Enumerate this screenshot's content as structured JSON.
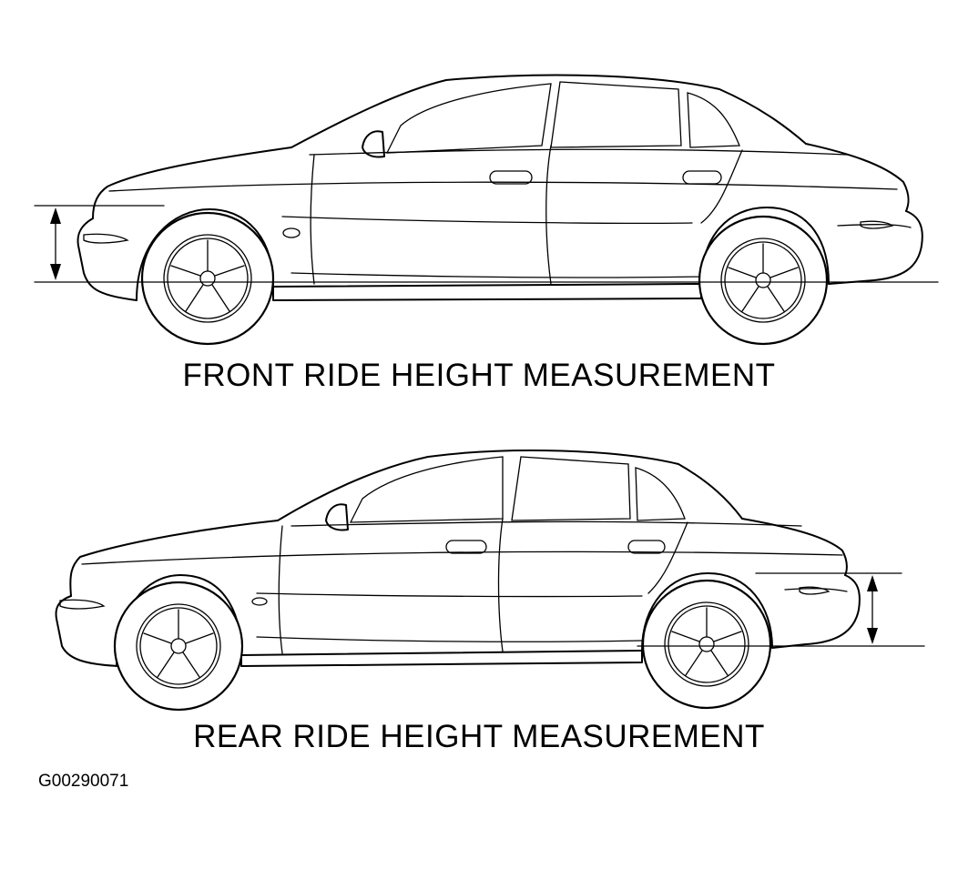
{
  "diagrams": {
    "front": {
      "caption": "FRONT RIDE HEIGHT MEASUREMENT"
    },
    "rear": {
      "caption": "REAR RIDE HEIGHT MEASUREMENT"
    }
  },
  "figure_id": "G00290071",
  "colors": {
    "line": "#000000",
    "background": "#ffffff"
  }
}
